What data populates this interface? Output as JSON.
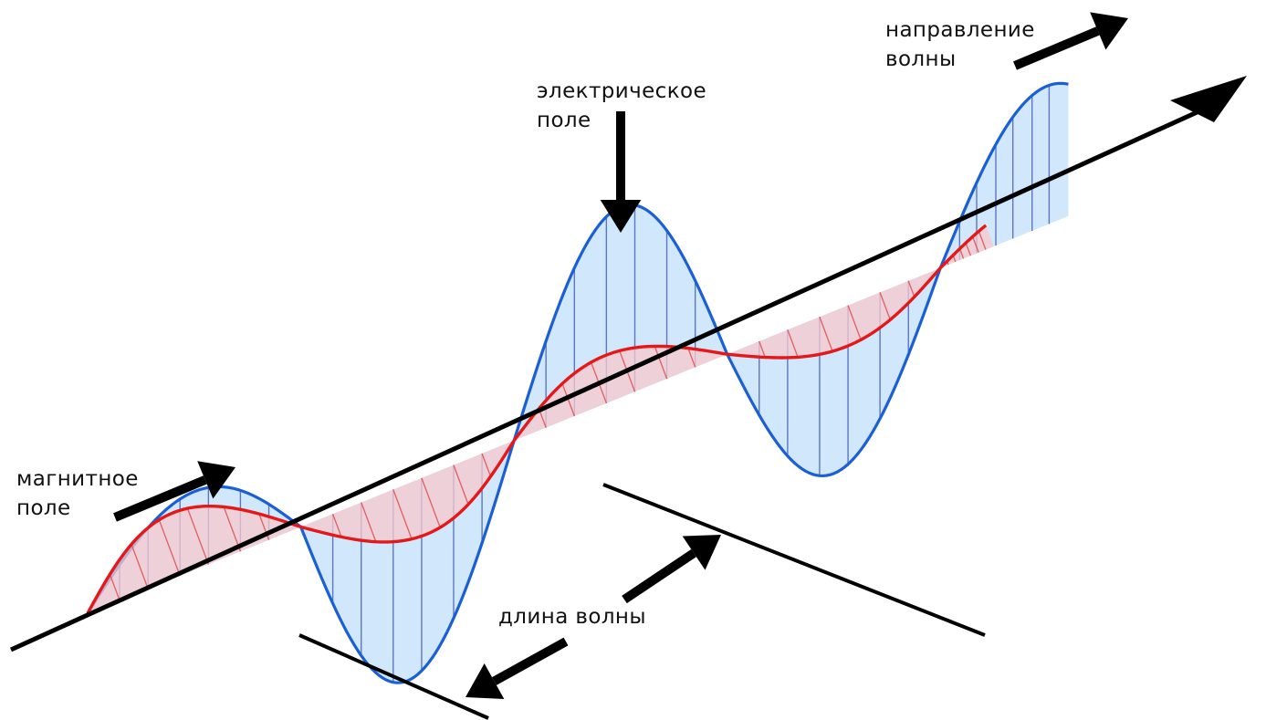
{
  "labels": {
    "magnetic_field": [
      "магнитное",
      "поле"
    ],
    "electric_field": [
      "электрическое",
      "поле"
    ],
    "wave_direction": [
      "направление",
      "волны"
    ],
    "wavelength": "длина волны"
  },
  "colors": {
    "electric_stroke": "#1a5fd6",
    "electric_fill": "#c9e3fb",
    "electric_hatch": "#3f5bb8",
    "magnetic_stroke": "#e41818",
    "magnetic_fill": "#f7c8cc",
    "magnetic_hatch": "#e04a4a",
    "axis": "#000000",
    "arrows": "#000000"
  },
  "icons": {
    "propagation_axis": "arrow-right-icon",
    "pointer_arrows": "arrow-icon",
    "wavelength_markers": "dimension-line-icon"
  }
}
